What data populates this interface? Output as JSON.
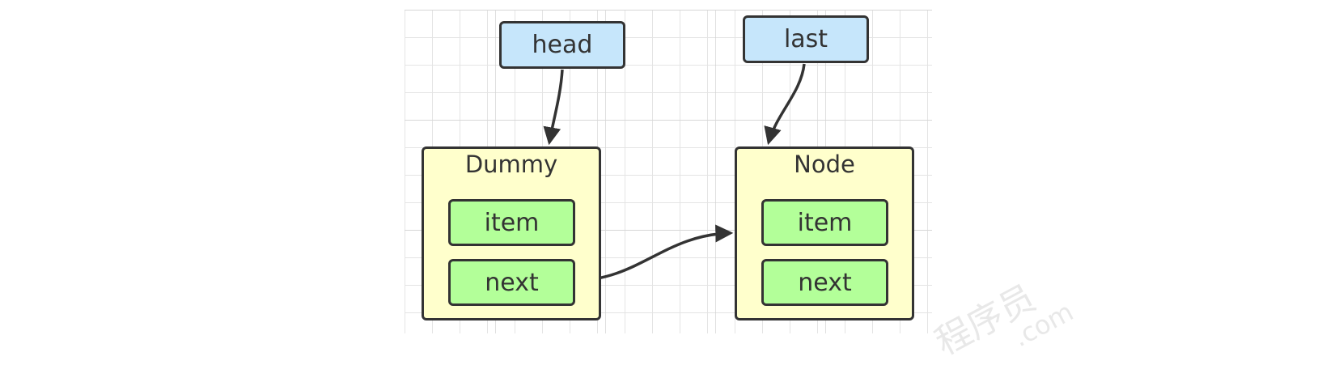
{
  "diagram": {
    "labels": {
      "head": "head",
      "last": "last"
    },
    "nodes": [
      {
        "title": "Dummy",
        "fields": [
          "item",
          "next"
        ]
      },
      {
        "title": "Node",
        "fields": [
          "item",
          "next"
        ]
      }
    ],
    "colors": {
      "label_fill": "#c6e6fb",
      "node_fill": "#ffffcc",
      "field_fill": "#b3ff99",
      "stroke": "#333333"
    }
  },
  "watermark": {
    "text_1": "程序员",
    "text_2": ".com"
  }
}
